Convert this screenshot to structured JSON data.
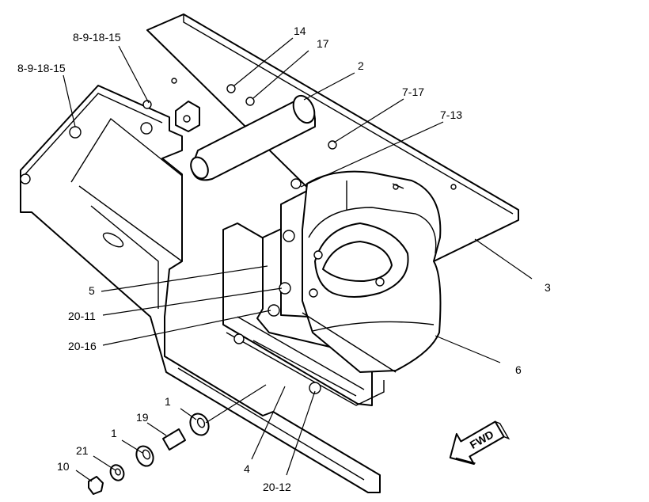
{
  "callouts": {
    "c_8_9_18_15_top": "8-9-18-15",
    "c_8_9_18_15_left": "8-9-18-15",
    "c14": "14",
    "c17": "17",
    "c2": "2",
    "c7_17": "7-17",
    "c7_13": "7-13",
    "c3": "3",
    "c5": "5",
    "c20_11": "20-11",
    "c20_16": "20-16",
    "c6": "6",
    "c1_top": "1",
    "c19": "19",
    "c1_bottom": "1",
    "c21": "21",
    "c10": "10",
    "c4": "4",
    "c20_12": "20-12"
  },
  "fwd_arrow": {
    "label": "FWD",
    "icon": "forward-arrow-icon"
  }
}
